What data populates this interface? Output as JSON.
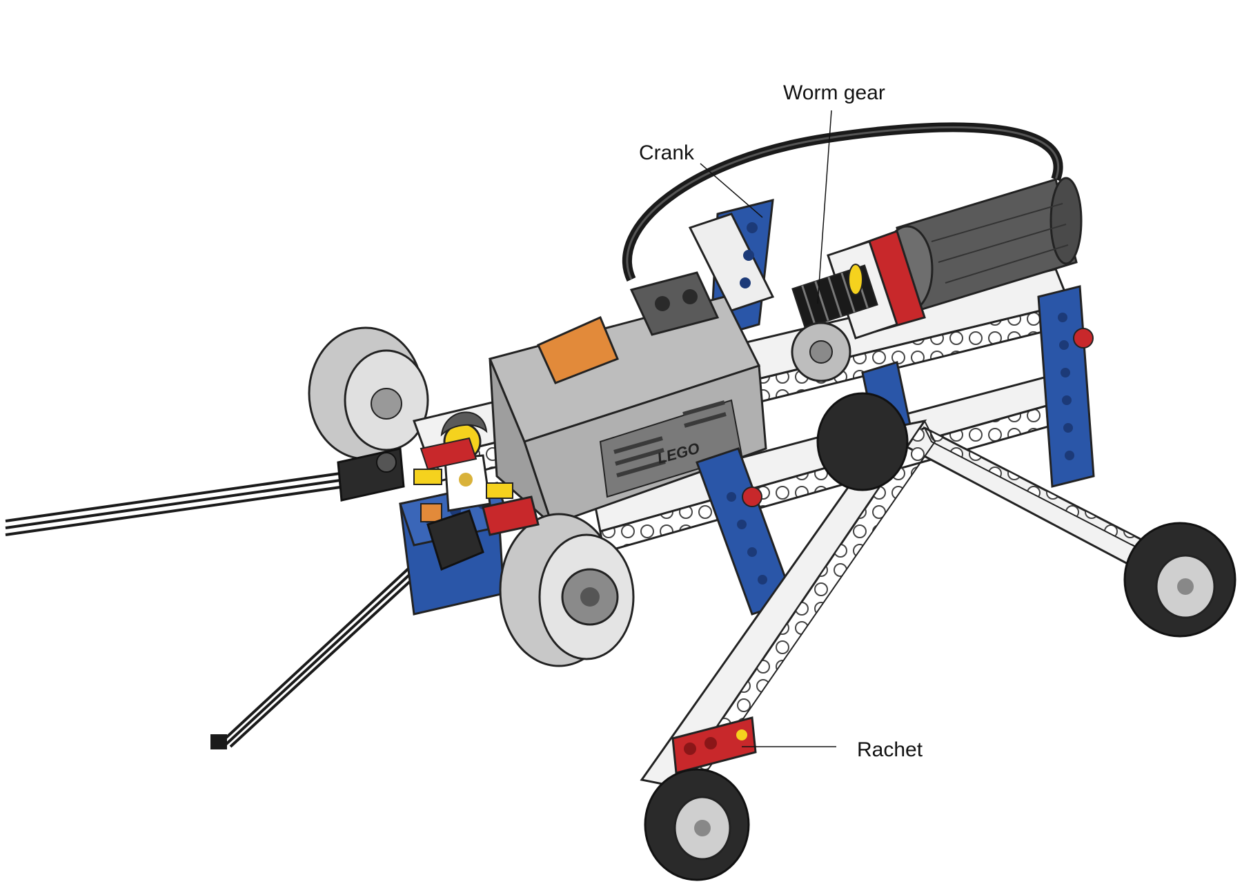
{
  "labels": {
    "worm_gear": "Worm gear",
    "crank": "Crank",
    "rachet": "Rachet"
  },
  "brick_logo": "LEGO",
  "icons": {
    "motor": "motor-icon",
    "battery_box": "battery-box-icon",
    "wheel": "wheel-icon",
    "gear": "gear-icon",
    "cable": "cable-icon",
    "minifigure": "minifigure-icon"
  },
  "colors": {
    "blue": "#2a56a8",
    "red": "#c8282b",
    "orange": "#e28a3a",
    "white": "#f2f2f2",
    "light_grey": "#bdbdbd",
    "dark_grey": "#5a5a5a",
    "black": "#1a1a1a",
    "yellow": "#f5d21e"
  }
}
